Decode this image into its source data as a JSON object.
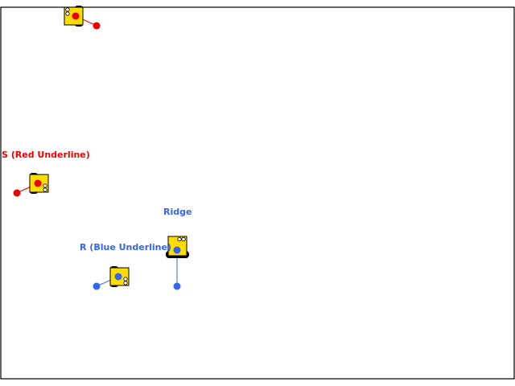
{
  "colors": {
    "red_team": "#ee0000",
    "blue_team": "#3366ee",
    "robot_body": "#ffdd00",
    "robot_outline": "#000000",
    "arena_border": "#000000"
  },
  "robots": [
    {
      "id": "unlabeled-red",
      "label": "",
      "team": "red_team"
    },
    {
      "id": "s-red-underline",
      "label": "S (Red Underline)",
      "team": "red_team"
    },
    {
      "id": "ridge",
      "label": "Ridge",
      "team": "blue_team"
    },
    {
      "id": "r-blue-underline",
      "label": "R (Blue Underline)",
      "team": "blue_team"
    }
  ]
}
